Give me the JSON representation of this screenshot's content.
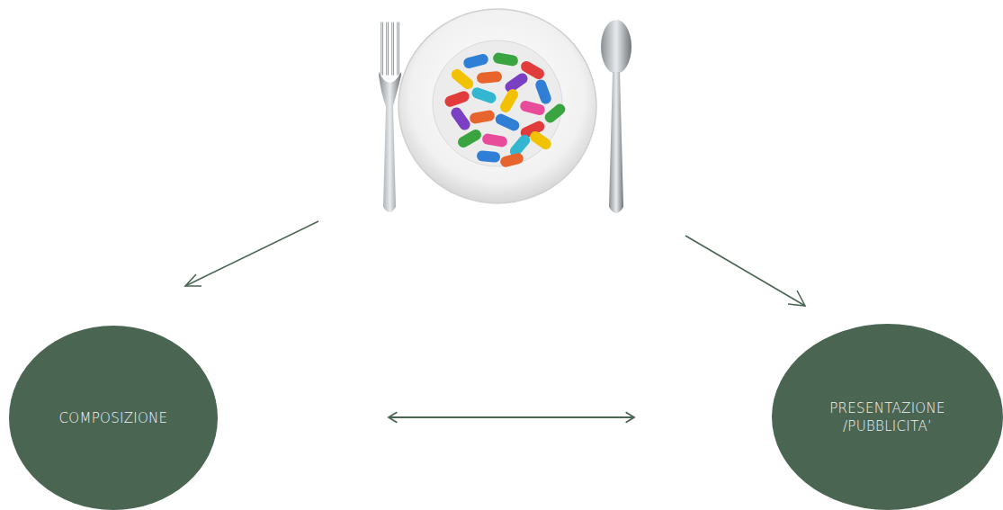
{
  "diagram": {
    "nodes": [
      {
        "text": [
          "COMPOSIZIONE"
        ]
      },
      {
        "text": [
          "PRESENTAZIONE /PUBBLICITA’"
        ]
      }
    ],
    "edges": [
      {
        "from": 0,
        "to": 1,
        "arrow": "both"
      }
    ]
  }
}
